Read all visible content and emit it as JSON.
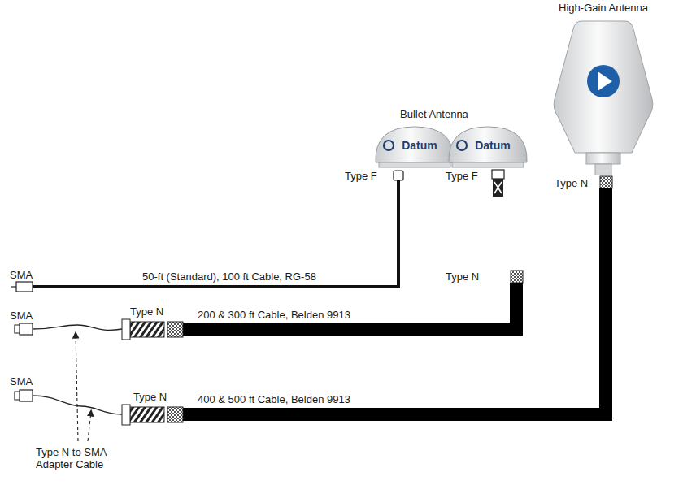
{
  "diagram": {
    "nodes": [
      {
        "text": [
          "Datum"
        ]
      },
      {
        "text": [
          "Datum"
        ]
      },
      {
        "text": [
          "High-Gain Antenna"
        ]
      }
    ],
    "labels": [
      "Bullet Antenna",
      "Type F",
      "Type F",
      "Type N",
      "SMA",
      "50-ft (Standard), 100 ft Cable, RG-58",
      "Type N",
      "SMA",
      "Type N",
      "200 & 300 ft Cable, Belden 9913",
      "SMA",
      "Type N",
      "400 & 500 ft Cable, Belden 9913",
      "Type N to SMA Adapter Cable"
    ]
  }
}
